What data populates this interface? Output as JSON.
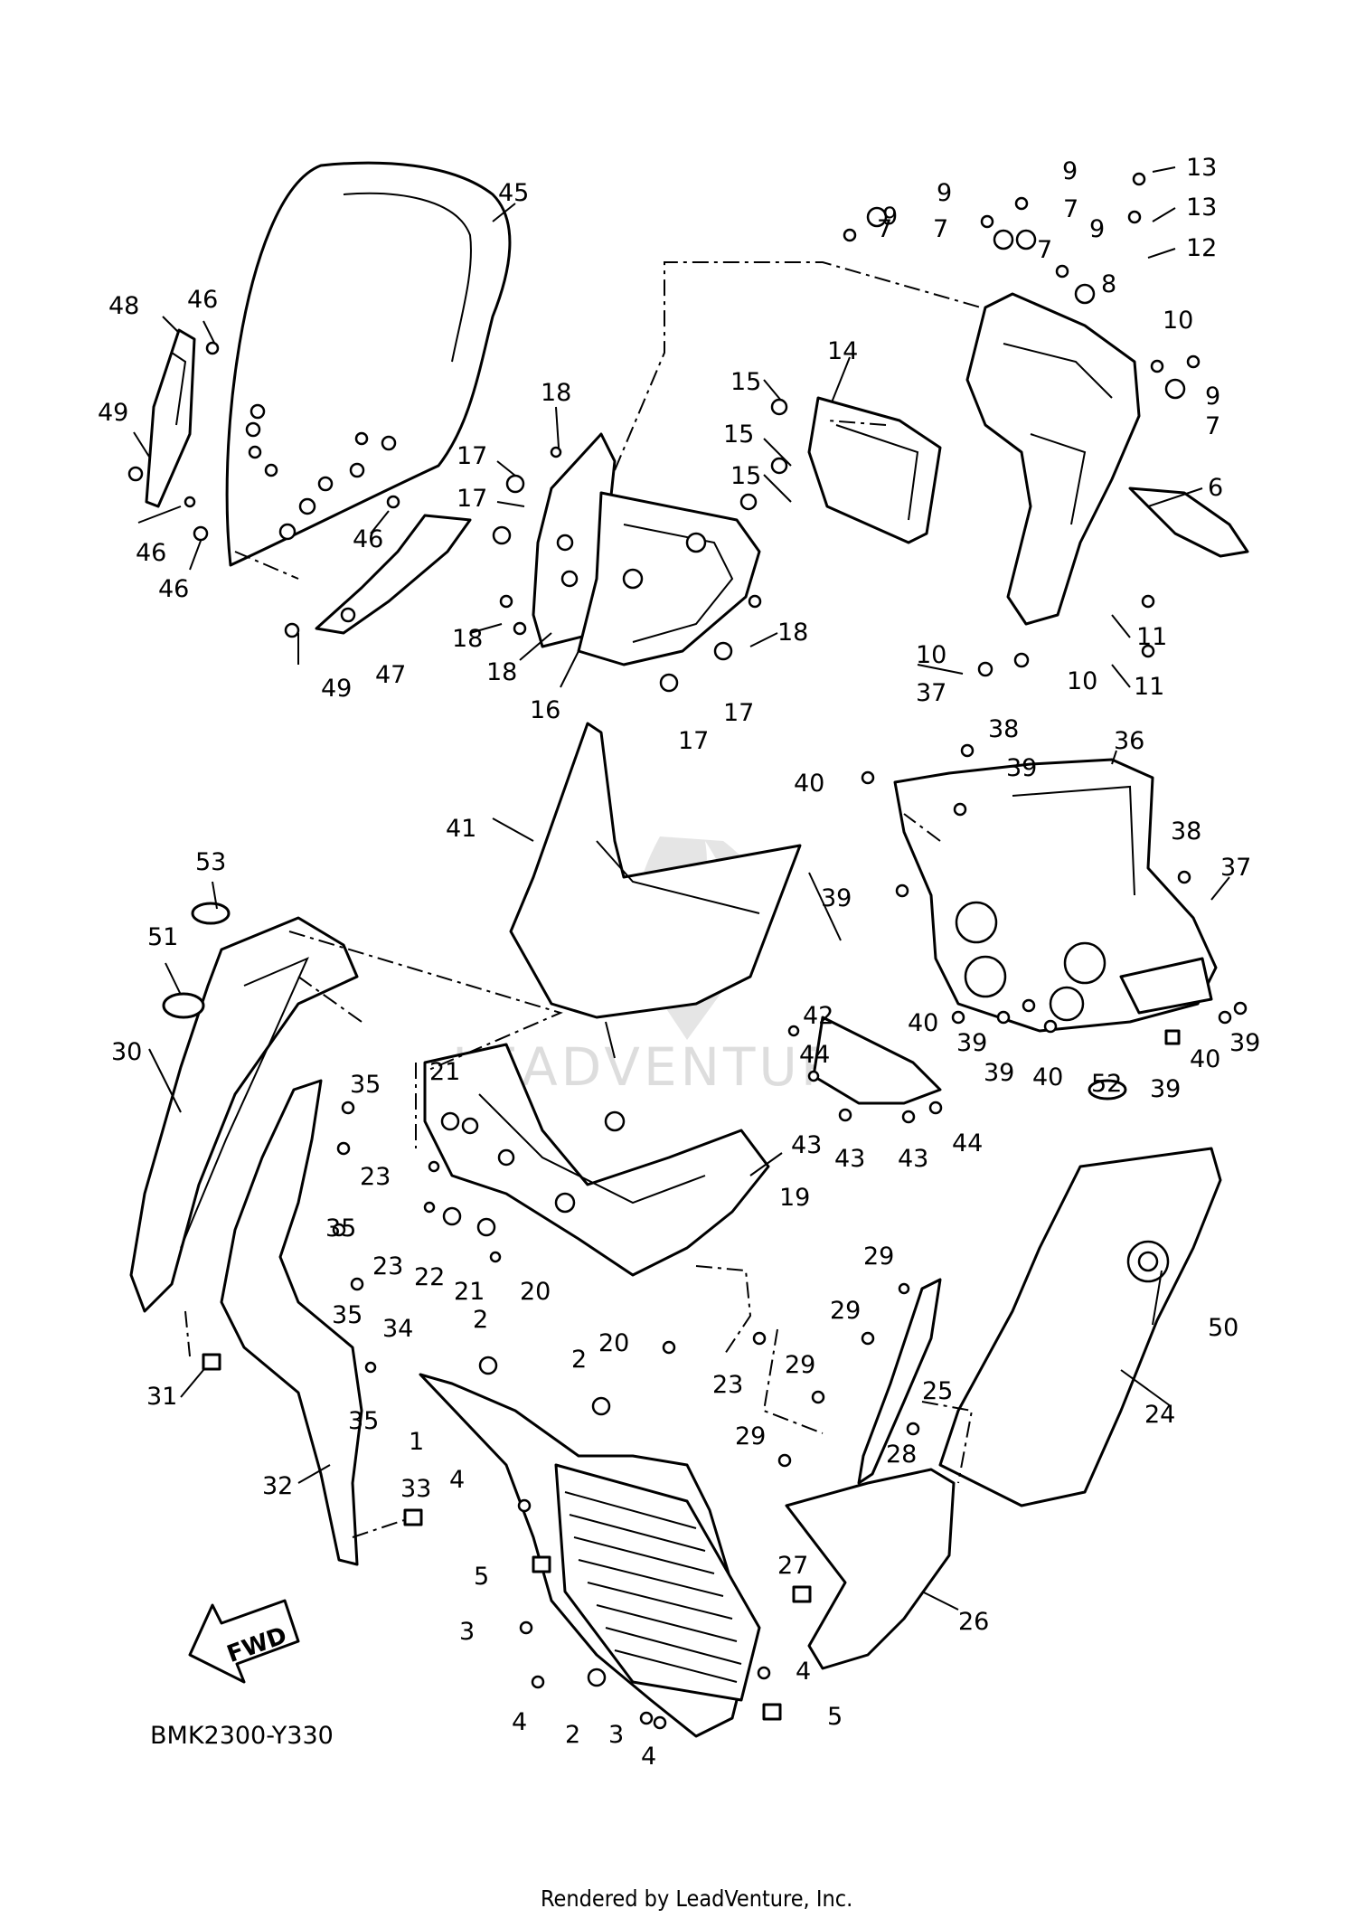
{
  "diagram": {
    "code": "BMK2300-Y330",
    "footer": "Rendered by LeadVenture, Inc.",
    "fwd_label": "FWD",
    "watermark": "LEADVENTURE",
    "callouts": [
      {
        "id": "c1",
        "label": "1"
      },
      {
        "id": "c2a",
        "label": "2"
      },
      {
        "id": "c2b",
        "label": "2"
      },
      {
        "id": "c2c",
        "label": "2"
      },
      {
        "id": "c3a",
        "label": "3"
      },
      {
        "id": "c3b",
        "label": "3"
      },
      {
        "id": "c4a",
        "label": "4"
      },
      {
        "id": "c4b",
        "label": "4"
      },
      {
        "id": "c4c",
        "label": "4"
      },
      {
        "id": "c4d",
        "label": "4"
      },
      {
        "id": "c5a",
        "label": "5"
      },
      {
        "id": "c5b",
        "label": "5"
      },
      {
        "id": "c6",
        "label": "6"
      },
      {
        "id": "c7a",
        "label": "7"
      },
      {
        "id": "c7b",
        "label": "7"
      },
      {
        "id": "c7c",
        "label": "7"
      },
      {
        "id": "c7d",
        "label": "7"
      },
      {
        "id": "c7e",
        "label": "7"
      },
      {
        "id": "c8",
        "label": "8"
      },
      {
        "id": "c9a",
        "label": "9"
      },
      {
        "id": "c9b",
        "label": "9"
      },
      {
        "id": "c9c",
        "label": "9"
      },
      {
        "id": "c9d",
        "label": "9"
      },
      {
        "id": "c9e",
        "label": "9"
      },
      {
        "id": "c10a",
        "label": "10"
      },
      {
        "id": "c10b",
        "label": "10"
      },
      {
        "id": "c10c",
        "label": "10"
      },
      {
        "id": "c11a",
        "label": "11"
      },
      {
        "id": "c11b",
        "label": "11"
      },
      {
        "id": "c12",
        "label": "12"
      },
      {
        "id": "c13a",
        "label": "13"
      },
      {
        "id": "c13b",
        "label": "13"
      },
      {
        "id": "c14",
        "label": "14"
      },
      {
        "id": "c15a",
        "label": "15"
      },
      {
        "id": "c15b",
        "label": "15"
      },
      {
        "id": "c15c",
        "label": "15"
      },
      {
        "id": "c16",
        "label": "16"
      },
      {
        "id": "c17a",
        "label": "17"
      },
      {
        "id": "c17b",
        "label": "17"
      },
      {
        "id": "c17c",
        "label": "17"
      },
      {
        "id": "c17d",
        "label": "17"
      },
      {
        "id": "c18a",
        "label": "18"
      },
      {
        "id": "c18b",
        "label": "18"
      },
      {
        "id": "c18c",
        "label": "18"
      },
      {
        "id": "c18d",
        "label": "18"
      },
      {
        "id": "c19",
        "label": "19"
      },
      {
        "id": "c20a",
        "label": "20"
      },
      {
        "id": "c20b",
        "label": "20"
      },
      {
        "id": "c21a",
        "label": "21"
      },
      {
        "id": "c21b",
        "label": "21"
      },
      {
        "id": "c22",
        "label": "22"
      },
      {
        "id": "c23a",
        "label": "23"
      },
      {
        "id": "c23b",
        "label": "23"
      },
      {
        "id": "c23c",
        "label": "23"
      },
      {
        "id": "c24",
        "label": "24"
      },
      {
        "id": "c25",
        "label": "25"
      },
      {
        "id": "c26",
        "label": "26"
      },
      {
        "id": "c27",
        "label": "27"
      },
      {
        "id": "c28",
        "label": "28"
      },
      {
        "id": "c29a",
        "label": "29"
      },
      {
        "id": "c29b",
        "label": "29"
      },
      {
        "id": "c29c",
        "label": "29"
      },
      {
        "id": "c29d",
        "label": "29"
      },
      {
        "id": "c30",
        "label": "30"
      },
      {
        "id": "c31",
        "label": "31"
      },
      {
        "id": "c32",
        "label": "32"
      },
      {
        "id": "c33",
        "label": "33"
      },
      {
        "id": "c34",
        "label": "34"
      },
      {
        "id": "c35a",
        "label": "35"
      },
      {
        "id": "c35b",
        "label": "35"
      },
      {
        "id": "c35c",
        "label": "35"
      },
      {
        "id": "c35d",
        "label": "35"
      },
      {
        "id": "c36",
        "label": "36"
      },
      {
        "id": "c37a",
        "label": "37"
      },
      {
        "id": "c37b",
        "label": "37"
      },
      {
        "id": "c38a",
        "label": "38"
      },
      {
        "id": "c38b",
        "label": "38"
      },
      {
        "id": "c39a",
        "label": "39"
      },
      {
        "id": "c39b",
        "label": "39"
      },
      {
        "id": "c39c",
        "label": "39"
      },
      {
        "id": "c39d",
        "label": "39"
      },
      {
        "id": "c39e",
        "label": "39"
      },
      {
        "id": "c39f",
        "label": "39"
      },
      {
        "id": "c40a",
        "label": "40"
      },
      {
        "id": "c40b",
        "label": "40"
      },
      {
        "id": "c40c",
        "label": "40"
      },
      {
        "id": "c40d",
        "label": "40"
      },
      {
        "id": "c41",
        "label": "41"
      },
      {
        "id": "c42",
        "label": "42"
      },
      {
        "id": "c43a",
        "label": "43"
      },
      {
        "id": "c43b",
        "label": "43"
      },
      {
        "id": "c43c",
        "label": "43"
      },
      {
        "id": "c44a",
        "label": "44"
      },
      {
        "id": "c44b",
        "label": "44"
      },
      {
        "id": "c45",
        "label": "45"
      },
      {
        "id": "c46a",
        "label": "46"
      },
      {
        "id": "c46b",
        "label": "46"
      },
      {
        "id": "c46c",
        "label": "46"
      },
      {
        "id": "c46d",
        "label": "46"
      },
      {
        "id": "c47",
        "label": "47"
      },
      {
        "id": "c48",
        "label": "48"
      },
      {
        "id": "c49a",
        "label": "49"
      },
      {
        "id": "c49b",
        "label": "49"
      },
      {
        "id": "c50",
        "label": "50"
      },
      {
        "id": "c51",
        "label": "51"
      },
      {
        "id": "c52",
        "label": "52"
      },
      {
        "id": "c53",
        "label": "53"
      }
    ]
  }
}
